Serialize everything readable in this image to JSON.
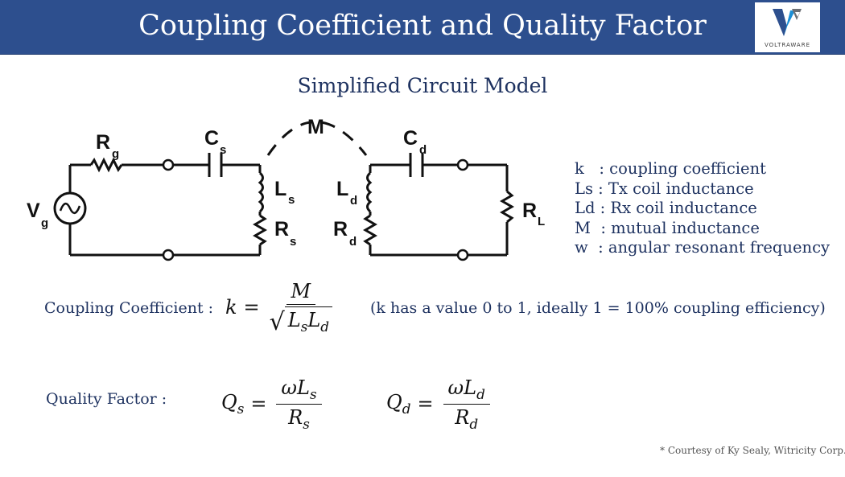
{
  "header": {
    "title": "Coupling Coefficient and Quality Factor",
    "logo_text": "VOLTRAWARE",
    "brand_color": "#2d4f8e"
  },
  "subtitle": "Simplified Circuit Model",
  "circuit": {
    "rg": "R",
    "rg_sub": "g",
    "vg": "V",
    "vg_sub": "g",
    "cs": "C",
    "cs_sub": "s",
    "ls": "L",
    "ls_sub": "s",
    "rs": "R",
    "rs_sub": "s",
    "m": "M",
    "cd": "C",
    "cd_sub": "d",
    "ld": "L",
    "ld_sub": "d",
    "rd": "R",
    "rd_sub": "d",
    "rl": "R",
    "rl_sub": "L"
  },
  "legend": [
    "k   : coupling coefficient",
    "Ls : Tx coil inductance",
    "Ld : Rx coil inductance",
    "M  : mutual inductance",
    "w  : angular resonant frequency"
  ],
  "equations": {
    "coupling_label": "Coupling Coefficient :",
    "coupling_note": "(k has a value 0 to 1, ideally 1 = 100% coupling efficiency)",
    "quality_label": "Quality Factor :"
  },
  "footnote": "* Courtesy of Ky Sealy, Witricity Corp."
}
